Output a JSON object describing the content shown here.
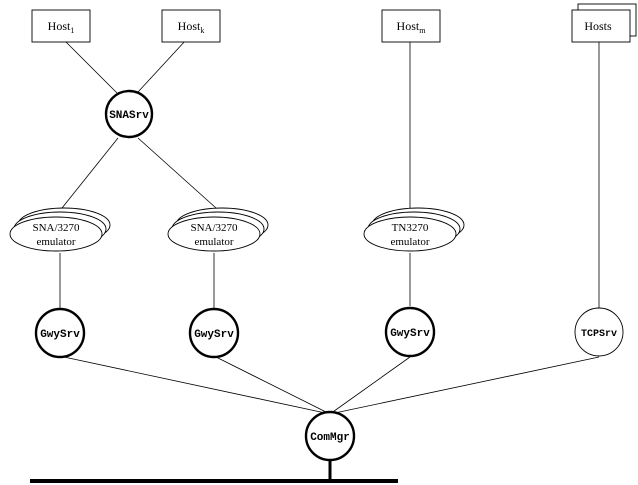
{
  "hosts": [
    {
      "id": "host1",
      "base": "Host",
      "sub": "1"
    },
    {
      "id": "hostk",
      "base": "Host",
      "sub": "k"
    },
    {
      "id": "hostm",
      "base": "Host",
      "sub": "m"
    },
    {
      "id": "hosts",
      "base": "Hosts",
      "sub": ""
    }
  ],
  "servers": {
    "snasrv": "SNASrv",
    "gwysrv1": "GwySrv",
    "gwysrv2": "GwySrv",
    "gwysrv3": "GwySrv",
    "tcpsrv": "TCPSrv",
    "commgr": "ComMgr"
  },
  "emulators": [
    {
      "line1": "SNA/3270",
      "line2": "emulator"
    },
    {
      "line1": "SNA/3270",
      "line2": "emulator"
    },
    {
      "line1": "TN3270",
      "line2": "emulator"
    }
  ]
}
